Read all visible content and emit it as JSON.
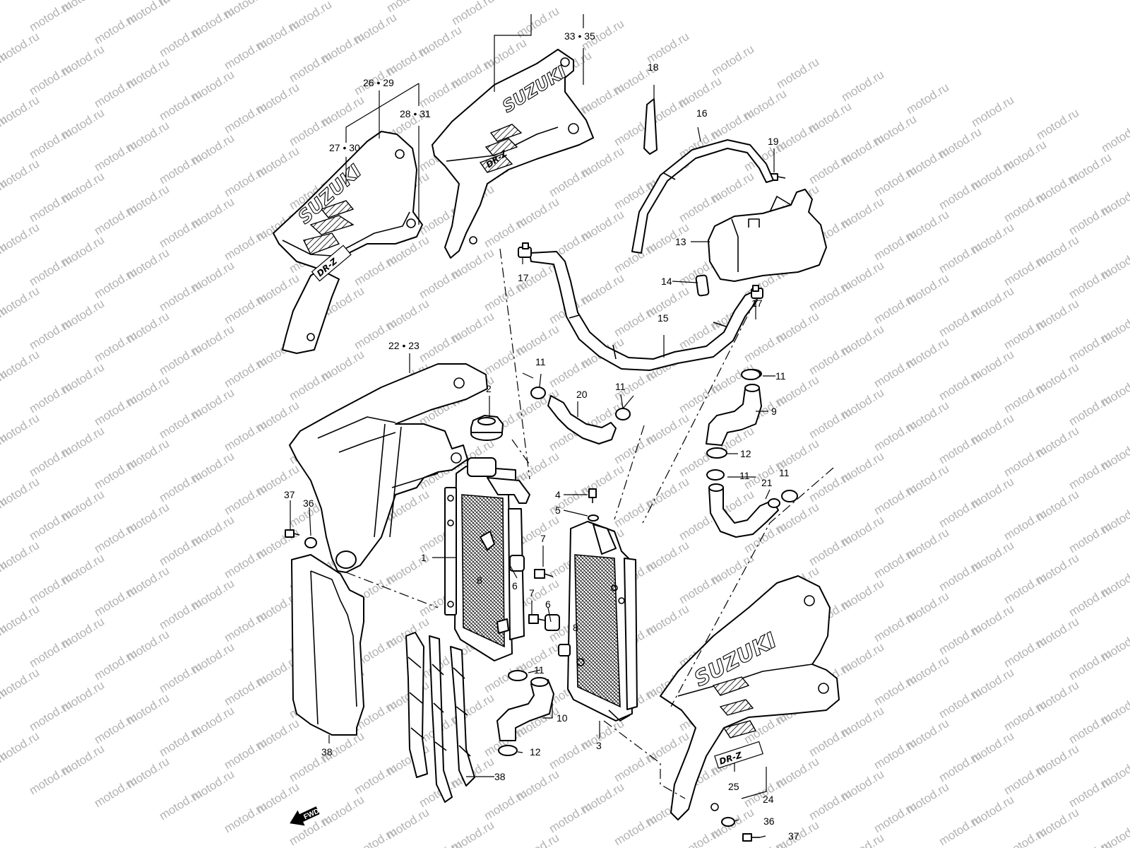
{
  "watermark": "motod.ru",
  "brand_text": "SUZUKI",
  "model_text": "DR-Z",
  "fwd_label": "FWD",
  "callouts": {
    "c1": "1",
    "c2": "2",
    "c3": "3",
    "c4": "4",
    "c5": "5",
    "c6a": "6",
    "c6b": "6",
    "c7a": "7",
    "c7b": "7",
    "c8a": "8",
    "c8b": "8",
    "c9": "9",
    "c10": "10",
    "c11a": "11",
    "c11b": "11",
    "c11c": "11",
    "c11d": "11",
    "c11e": "11",
    "c11f": "11",
    "c12a": "12",
    "c12b": "12",
    "c13": "13",
    "c14": "14",
    "c15": "15",
    "c16": "16",
    "c17a": "17",
    "c17b": "17",
    "c18": "18",
    "c19": "19",
    "c20": "20",
    "c21": "21",
    "c22_23": "22 • 23",
    "c24": "24",
    "c25": "25",
    "c26_29": "26 • 29",
    "c27_30": "27 • 30",
    "c28_31": "28 • 31",
    "c33_35": "33 • 35",
    "c36a": "36",
    "c36b": "36",
    "c37a": "37",
    "c37b": "37",
    "c38a": "38",
    "c38b": "38"
  }
}
